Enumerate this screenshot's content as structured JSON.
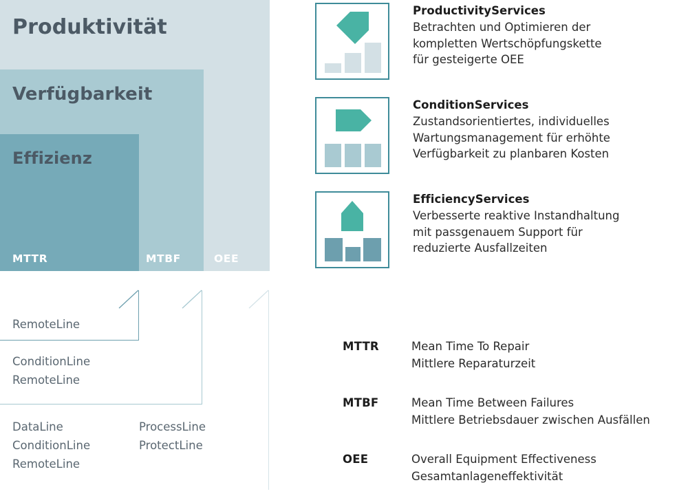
{
  "pyramid": {
    "bands": [
      {
        "key": "productivity",
        "label": "Produktivität",
        "color": "#d3e0e5"
      },
      {
        "key": "availability",
        "label": "Verfügbarkeit",
        "color": "#a9cad2"
      },
      {
        "key": "efficiency",
        "label": "Effizienz",
        "color": "#76aab8"
      }
    ],
    "axis_labels": [
      "MTTR",
      "MTBF",
      "OEE"
    ],
    "label_color": "#4c5a65",
    "axis_label_color": "#ffffff"
  },
  "brackets": {
    "groups": [
      {
        "key": "level-1",
        "lines": [
          "RemoteLine"
        ],
        "rule_color": "#6d9fae"
      },
      {
        "key": "level-2",
        "lines": [
          "ConditionLine",
          "RemoteLine"
        ],
        "rule_color": "#a7c9d1"
      },
      {
        "key": "level-3-left",
        "lines": [
          "DataLine",
          "ConditionLine",
          "RemoteLine"
        ],
        "rule_color": "#d5e3e8"
      },
      {
        "key": "level-3-right",
        "lines": [
          "ProcessLine",
          "ProtectLine"
        ],
        "rule_color": "#d5e3e8"
      }
    ],
    "text_color": "#5a6771"
  },
  "cards": [
    {
      "icon": "tag-down-left-bars-ascending-icon",
      "title": "ProductivityServices",
      "desc": [
        "Betrachten und Optimieren der",
        "kompletten Wertschöpfungskette",
        "für gesteigerte OEE"
      ],
      "accent": "#49b3a4",
      "bar_color": "#d3e0e5",
      "border_color": "#3e8b99"
    },
    {
      "icon": "arrow-right-bars-equal-icon",
      "title": "ConditionServices",
      "desc": [
        "Zustandsorientiertes, individuelles",
        "Wartungsmanagement für erhöhte",
        "Verfügbarkeit zu planbaren Kosten"
      ],
      "accent": "#49b3a4",
      "bar_color": "#a9cad2",
      "border_color": "#3e8b99"
    },
    {
      "icon": "arrow-up-bars-tall-short-tall-icon",
      "title": "EfficiencyServices",
      "desc": [
        "Verbesserte reaktive Instandhaltung",
        "mit passgenauem Support für",
        "reduzierte Ausfallzeiten"
      ],
      "accent": "#49b3a4",
      "bar_color": "#6d9fae",
      "border_color": "#3e8b99"
    }
  ],
  "glossary": [
    {
      "abbr": "MTTR",
      "english": "Mean Time To Repair",
      "german": "Mittlere Reparaturzeit"
    },
    {
      "abbr": "MTBF",
      "english": "Mean Time Between Failures",
      "german": "Mittlere Betriebsdauer zwischen Ausfällen"
    },
    {
      "abbr": "OEE",
      "english": "Overall Equipment Effectiveness",
      "german": "Gesamtanlageneffektivität"
    }
  ]
}
